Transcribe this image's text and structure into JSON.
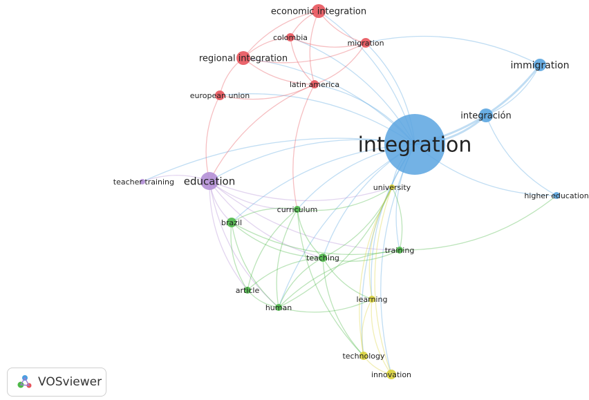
{
  "colors": {
    "red": "#e8545c",
    "blue": "#5aa5e0",
    "purple": "#b48fd6",
    "green": "#4db848",
    "yellow": "#d9d13a"
  },
  "nodes": [
    {
      "id": "integration",
      "label": "integration",
      "cluster": "blue",
      "weight": 10
    },
    {
      "id": "immigration",
      "label": "immigration",
      "cluster": "blue",
      "weight": 2
    },
    {
      "id": "integracion",
      "label": "integración",
      "cluster": "blue",
      "weight": 3
    },
    {
      "id": "higher_education",
      "label": "higher education",
      "cluster": "blue",
      "weight": 1.5
    },
    {
      "id": "economic_integration",
      "label": "economic integration",
      "cluster": "red",
      "weight": 2.5
    },
    {
      "id": "colombia",
      "label": "colombia",
      "cluster": "red",
      "weight": 1.5
    },
    {
      "id": "migration",
      "label": "migration",
      "cluster": "red",
      "weight": 2
    },
    {
      "id": "regional_integration",
      "label": "regional integration",
      "cluster": "red",
      "weight": 3
    },
    {
      "id": "latin_america",
      "label": "latin america",
      "cluster": "red",
      "weight": 1.5
    },
    {
      "id": "european_union",
      "label": "european union",
      "cluster": "red",
      "weight": 1.8
    },
    {
      "id": "education",
      "label": "education",
      "cluster": "purple",
      "weight": 4
    },
    {
      "id": "teacher_training",
      "label": "teacher training",
      "cluster": "purple",
      "weight": 1
    },
    {
      "id": "university",
      "label": "university",
      "cluster": "yellow",
      "weight": 1.2
    },
    {
      "id": "curriculum",
      "label": "curriculum",
      "cluster": "green",
      "weight": 1.2
    },
    {
      "id": "brazil",
      "label": "brazil",
      "cluster": "green",
      "weight": 1.8
    },
    {
      "id": "teaching",
      "label": "teaching",
      "cluster": "green",
      "weight": 1.6
    },
    {
      "id": "training",
      "label": "training",
      "cluster": "green",
      "weight": 1.3
    },
    {
      "id": "article",
      "label": "article",
      "cluster": "green",
      "weight": 1.3
    },
    {
      "id": "human",
      "label": "human",
      "cluster": "green",
      "weight": 1.3
    },
    {
      "id": "learning",
      "label": "learning",
      "cluster": "yellow",
      "weight": 1.3
    },
    {
      "id": "technology",
      "label": "technology",
      "cluster": "yellow",
      "weight": 1.3
    },
    {
      "id": "innovation",
      "label": "innovation",
      "cluster": "yellow",
      "weight": 1.6
    }
  ],
  "edges": [
    [
      "integration",
      "immigration"
    ],
    [
      "integration",
      "integracion"
    ],
    [
      "integration",
      "higher_education"
    ],
    [
      "integracion",
      "immigration"
    ],
    [
      "integracion",
      "higher_education"
    ],
    [
      "immigration",
      "migration"
    ],
    [
      "integration",
      "migration"
    ],
    [
      "integration",
      "economic_integration"
    ],
    [
      "integration",
      "colombia"
    ],
    [
      "integration",
      "latin_america"
    ],
    [
      "integration",
      "regional_integration"
    ],
    [
      "integration",
      "european_union"
    ],
    [
      "integration",
      "education"
    ],
    [
      "integration",
      "teacher_training"
    ],
    [
      "integration",
      "university"
    ],
    [
      "integration",
      "curriculum"
    ],
    [
      "integration",
      "brazil"
    ],
    [
      "integration",
      "teaching"
    ],
    [
      "integration",
      "training"
    ],
    [
      "integration",
      "learning"
    ],
    [
      "integration",
      "innovation"
    ],
    [
      "integration",
      "technology"
    ],
    [
      "integration",
      "human"
    ],
    [
      "economic_integration",
      "colombia"
    ],
    [
      "economic_integration",
      "regional_integration"
    ],
    [
      "economic_integration",
      "migration"
    ],
    [
      "economic_integration",
      "latin_america"
    ],
    [
      "colombia",
      "migration"
    ],
    [
      "colombia",
      "regional_integration"
    ],
    [
      "colombia",
      "latin_america"
    ],
    [
      "regional_integration",
      "european_union"
    ],
    [
      "regional_integration",
      "latin_america"
    ],
    [
      "regional_integration",
      "migration"
    ],
    [
      "latin_america",
      "migration"
    ],
    [
      "european_union",
      "education"
    ],
    [
      "european_union",
      "latin_america"
    ],
    [
      "latin_america",
      "education"
    ],
    [
      "latin_america",
      "curriculum"
    ],
    [
      "education",
      "teacher_training"
    ],
    [
      "education",
      "brazil"
    ],
    [
      "education",
      "curriculum"
    ],
    [
      "education",
      "teaching"
    ],
    [
      "education",
      "article"
    ],
    [
      "education",
      "human"
    ],
    [
      "education",
      "university"
    ],
    [
      "education",
      "training"
    ],
    [
      "curriculum",
      "brazil"
    ],
    [
      "curriculum",
      "teaching"
    ],
    [
      "curriculum",
      "university"
    ],
    [
      "curriculum",
      "human"
    ],
    [
      "curriculum",
      "article"
    ],
    [
      "brazil",
      "teaching"
    ],
    [
      "brazil",
      "article"
    ],
    [
      "brazil",
      "human"
    ],
    [
      "brazil",
      "training"
    ],
    [
      "teaching",
      "training"
    ],
    [
      "teaching",
      "article"
    ],
    [
      "teaching",
      "human"
    ],
    [
      "teaching",
      "learning"
    ],
    [
      "teaching",
      "university"
    ],
    [
      "training",
      "university"
    ],
    [
      "training",
      "higher_education"
    ],
    [
      "training",
      "human"
    ],
    [
      "article",
      "human"
    ],
    [
      "human",
      "learning"
    ],
    [
      "human",
      "university"
    ],
    [
      "university",
      "learning"
    ],
    [
      "university",
      "technology"
    ],
    [
      "university",
      "innovation"
    ],
    [
      "learning",
      "technology"
    ],
    [
      "learning",
      "innovation"
    ],
    [
      "technology",
      "innovation"
    ],
    [
      "curriculum",
      "technology"
    ],
    [
      "teaching",
      "technology"
    ]
  ],
  "logo": {
    "text": "VOSviewer"
  }
}
